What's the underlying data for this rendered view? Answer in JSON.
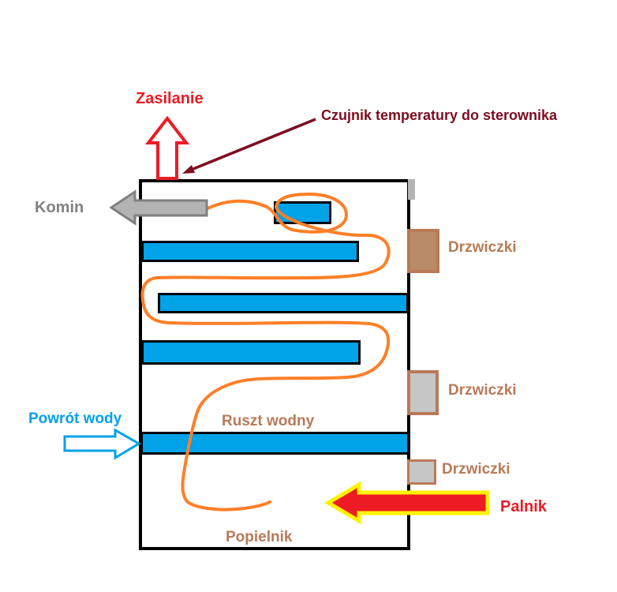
{
  "diagram": {
    "labels": {
      "supply": "Zasilanie",
      "sensor": "Czujnik temperatury do sterownika",
      "chimney": "Komin",
      "door_top": "Drzwiczki",
      "door_middle": "Drzwiczki",
      "door_bottom": "Drzwiczki",
      "water_return": "Powrót wody",
      "water_grate": "Ruszt wodny",
      "burner": "Palnik",
      "ash_pan": "Popielnik"
    },
    "colors": {
      "red": "#ed1c24",
      "dark-red": "#7d0d20",
      "gray-text": "#808080",
      "gray-fill": "#b3b3b3",
      "gray-stroke": "#7f7f7f",
      "blue": "#00a2e8",
      "orange": "#ff7f27",
      "brown": "#b97a57",
      "door-brown": "#b98a68",
      "door-gray": "#c6c6c6",
      "yellow": "#fff200",
      "black": "#000000"
    }
  }
}
